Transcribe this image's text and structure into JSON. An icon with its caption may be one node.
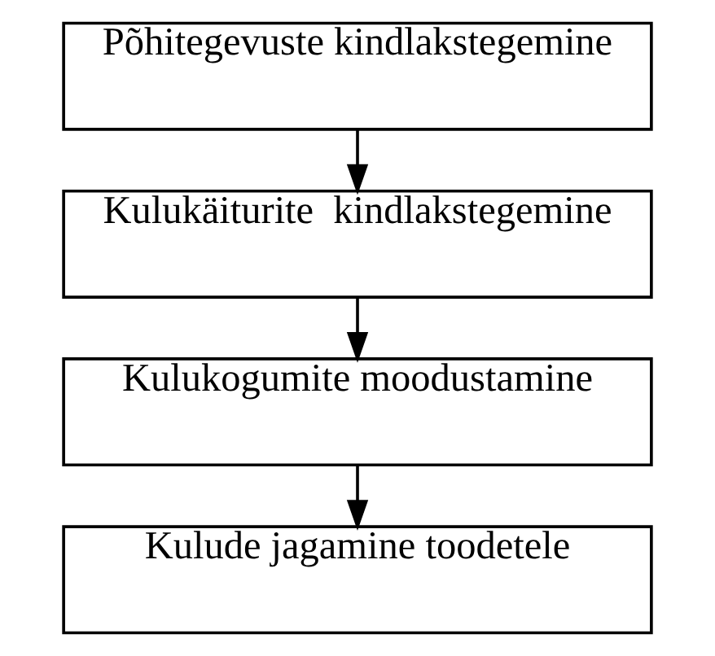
{
  "diagram": {
    "nodes": [
      {
        "text": [
          "Põhitegevuste kindlakstegemine"
        ]
      },
      {
        "text": [
          "Kulukäiturite  kindlakstegemine"
        ]
      },
      {
        "text": [
          "Kulukogumite moodustamine"
        ]
      },
      {
        "text": [
          "Kulude jagamine toodetele"
        ]
      }
    ],
    "edges": [
      {
        "from": 0,
        "to": 1,
        "arrow": "to"
      },
      {
        "from": 1,
        "to": 2,
        "arrow": "to"
      },
      {
        "from": 2,
        "to": 3,
        "arrow": "to"
      }
    ]
  }
}
